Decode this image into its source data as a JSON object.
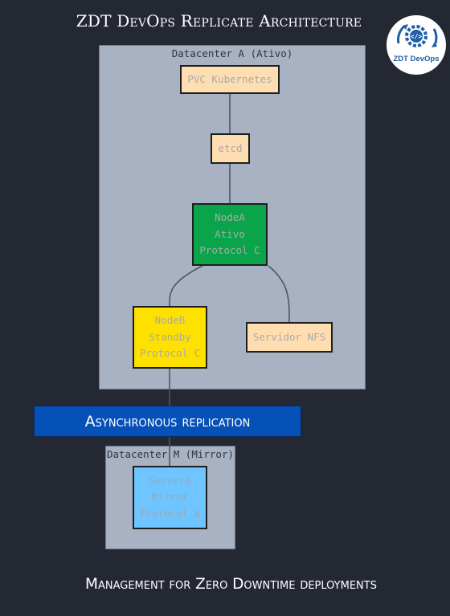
{
  "title": "ZDT DevOps Replicate Architecture",
  "logo": {
    "text": "ZDT DevOps",
    "glyph": "</>",
    "icon": "gear-arrows-code-icon"
  },
  "clusters": {
    "datacenter_a": {
      "label": "Datacenter A (Ativo)"
    },
    "datacenter_m": {
      "label": "Datacenter M (Mirror)"
    }
  },
  "nodes": {
    "pvc": "PVC Kubernetes",
    "etcd": "etcd",
    "node_a": "NodeA\nAtivo\nProtocol C",
    "node_b": "NodeB\nStandby\nProtocol C",
    "nfs": "Servidor NFS",
    "server_b": "ServerB\nMirror\nProtocol A"
  },
  "replication_banner": "Asynchronous replication",
  "footer": "Management for Zero Downtime deployments",
  "colors": {
    "background": "#232833",
    "cluster_fill": "#a9b2c2",
    "peach": "#fedeb0",
    "green": "#0aa54b",
    "yellow": "#ffe100",
    "light_blue": "#6ec5ff",
    "banner": "#0651b8",
    "edge": "#4a556a"
  }
}
